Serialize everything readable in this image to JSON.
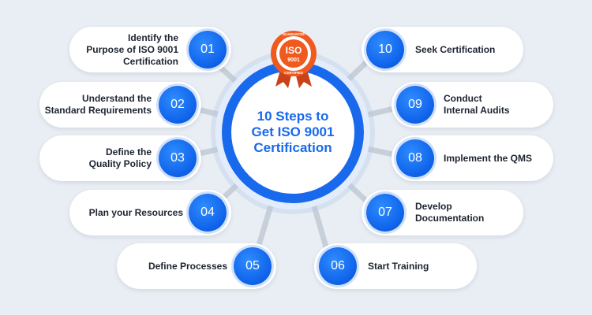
{
  "hub": {
    "title_lines": [
      "10 Steps to",
      "Get ISO 9001",
      "Certification"
    ]
  },
  "badge": {
    "top_text": "GUARANTEE",
    "center_text": "ISO",
    "center_sub": "9001",
    "bottom_text": "CERTIFIED"
  },
  "steps": [
    {
      "number": "01",
      "lines": [
        "Identify the",
        "Purpose of ISO 9001",
        "Certification"
      ]
    },
    {
      "number": "02",
      "lines": [
        "Understand the",
        "Standard Requirements"
      ]
    },
    {
      "number": "03",
      "lines": [
        "Define the",
        "Quality Policy"
      ]
    },
    {
      "number": "04",
      "lines": [
        "Plan your Resources"
      ]
    },
    {
      "number": "05",
      "lines": [
        "Define Processes"
      ]
    },
    {
      "number": "06",
      "lines": [
        "Start Training"
      ]
    },
    {
      "number": "07",
      "lines": [
        "Develop",
        "Documentation"
      ]
    },
    {
      "number": "08",
      "lines": [
        "Implement the QMS"
      ]
    },
    {
      "number": "09",
      "lines": [
        "Conduct",
        "Internal Audits"
      ]
    },
    {
      "number": "10",
      "lines": [
        "Seek Certification"
      ]
    }
  ],
  "colors": {
    "background": "#e9eef4",
    "accent": "#1869ec",
    "badge": "#f05a1e",
    "connector": "#c7cfd9"
  }
}
